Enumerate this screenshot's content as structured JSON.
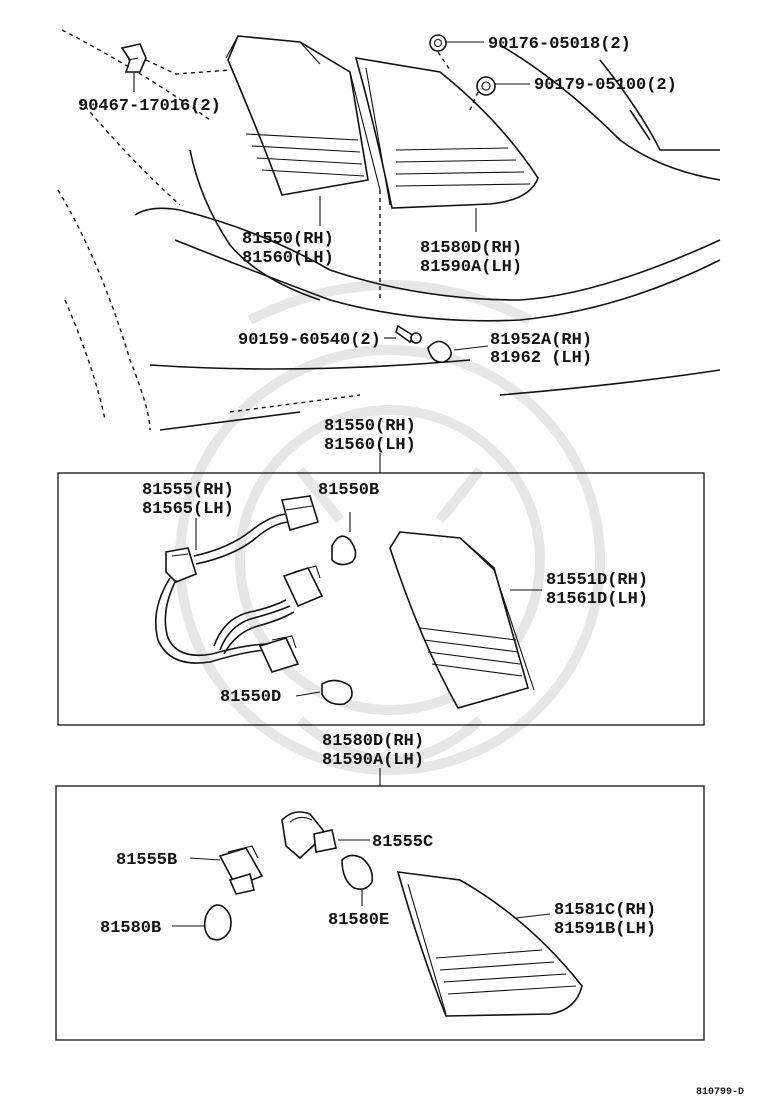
{
  "labels": {
    "clip_90467": "90467-17016(2)",
    "nut_90176": "90176-05018(2)",
    "nut_90179": "90179-05100(2)",
    "lamp_rh_81550": "81550(RH)",
    "lamp_lh_81560": "81560(LH)",
    "lamp_rh_81580d": "81580D(RH)",
    "lamp_lh_81590a": "81590A(LH)",
    "screw_90159": "90159-60540(2)",
    "bulb_rh_81952a": "81952A(RH)",
    "bulb_lh_81962": "81962  (LH)",
    "box1_title_rh": "81550(RH)",
    "box1_title_lh": "81560(LH)",
    "socket_rh_81555": "81555(RH)",
    "socket_lh_81565": "81565(LH)",
    "bulb_81550b": "81550B",
    "lens_rh_81551d": "81551D(RH)",
    "lens_lh_81561d": "81561D(LH)",
    "bulb_81550d": "81550D",
    "box2_title_rh": "81580D(RH)",
    "box2_title_lh": "81590A(LH)",
    "socket_81555b": "81555B",
    "socket_81555c": "81555C",
    "bulb_81580b": "81580B",
    "bulb_81580e": "81580E",
    "lens_rh_81581c": "81581C(RH)",
    "lens_lh_81591b": "81591B(LH)",
    "figure_code": "810799-D"
  }
}
